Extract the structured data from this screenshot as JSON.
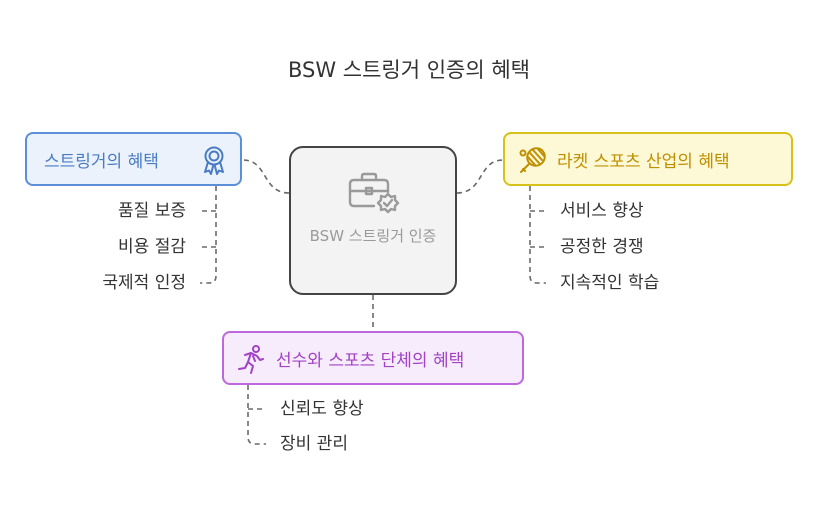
{
  "title": "BSW 스트링거 인증의 혜택",
  "center": {
    "label": "BSW 스트링거 인증",
    "icon": "briefcase-badge-icon"
  },
  "branches": {
    "stringer": {
      "label": "스트링거의 혜택",
      "icon": "award-ribbon-icon",
      "items": [
        "품질 보증",
        "비용 절감",
        "국제적 인정"
      ]
    },
    "industry": {
      "label": "라켓 스포츠 산업의 혜택",
      "icon": "tennis-racket-icon",
      "items": [
        "서비스 향상",
        "공정한 경쟁",
        "지속적인 학습"
      ]
    },
    "players": {
      "label": "선수와 스포츠 단체의 혜택",
      "icon": "running-person-icon",
      "items": [
        "신뢰도 향상",
        "장비 관리"
      ]
    }
  },
  "colors": {
    "stringer": "#5b8fd8",
    "industry": "#d8c21a",
    "players": "#bd68de",
    "center_border": "#444444",
    "connector": "#666666"
  }
}
